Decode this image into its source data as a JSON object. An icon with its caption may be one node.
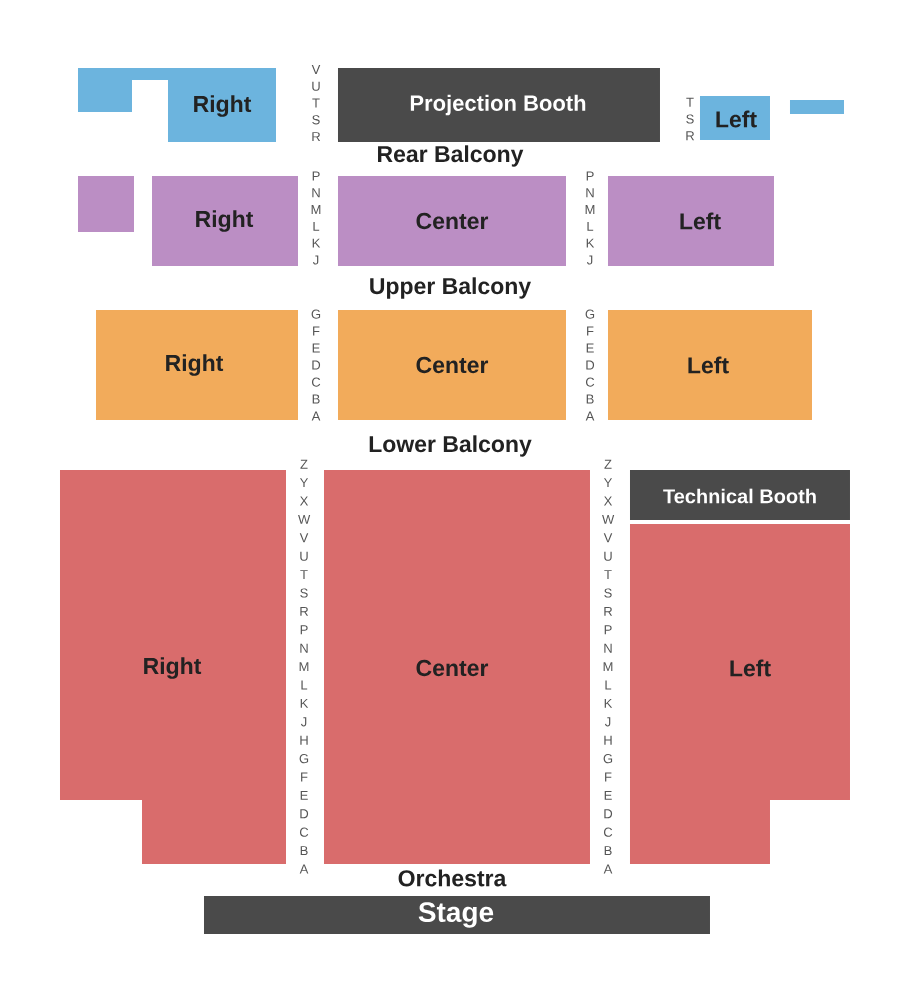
{
  "diagram": {
    "nodes": [
      {
        "text": [
          "Right"
        ]
      },
      {
        "text": [
          "Projection Booth"
        ]
      },
      {
        "text": [
          "Left"
        ]
      },
      {
        "text": [],
        "shape": "box"
      },
      {
        "text": [],
        "shape": "box"
      },
      {
        "text": [
          "Right"
        ]
      },
      {
        "text": [
          "Center"
        ]
      },
      {
        "text": [
          "Left"
        ]
      },
      {
        "text": [
          "Right"
        ]
      },
      {
        "text": [
          "Center"
        ]
      },
      {
        "text": [
          "Left"
        ]
      },
      {
        "text": [
          "Right"
        ]
      },
      {
        "text": [
          "Center"
        ]
      },
      {
        "text": [
          "Technical Booth"
        ]
      },
      {
        "text": [
          "Left"
        ]
      },
      {
        "text": [
          "Stage"
        ]
      }
    ],
    "labels": [
      "V U T S R",
      "T S R",
      "Rear Balcony",
      "P N M L K J",
      "P N M L K J",
      "Upper Balcony",
      "G F E D C B A",
      "G F E D C B A",
      "Lower Balcony",
      "Z Y X W V U T S R P N M L K J H G F E D C B A",
      "Z Y X W V U T S R P N M L K J H G F E D C B A",
      "Orchestra"
    ]
  }
}
